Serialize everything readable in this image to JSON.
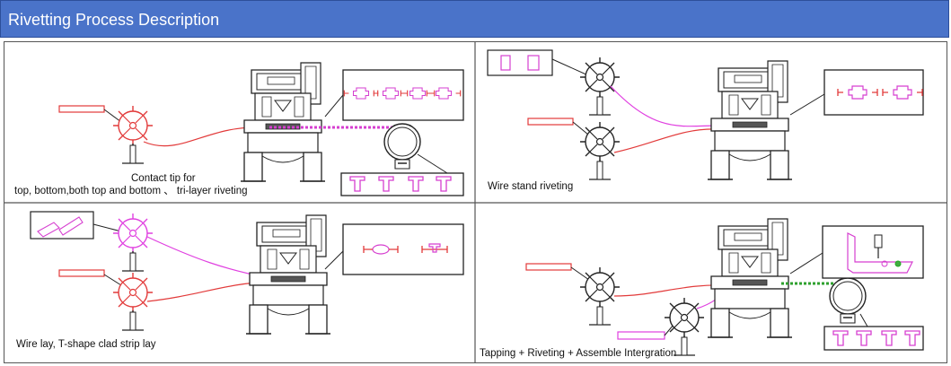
{
  "header": {
    "title": "Rivetting Process Description"
  },
  "panels": [
    {
      "caption_line1": "Contact tip for",
      "caption_line2": "top, bottom,both top and bottom 、 tri-layer riveting"
    },
    {
      "caption": "Wire stand riveting"
    },
    {
      "caption": "Wire lay, T-shape clad strip lay"
    },
    {
      "caption": "Tapping + Riveting + Assemble Intergration"
    }
  ],
  "colors": {
    "header": "#4a73c9",
    "wire_red": "#e23a3a",
    "wire_pink": "#e040e0",
    "part_pink": "#d63fd0",
    "line": "#222222"
  }
}
